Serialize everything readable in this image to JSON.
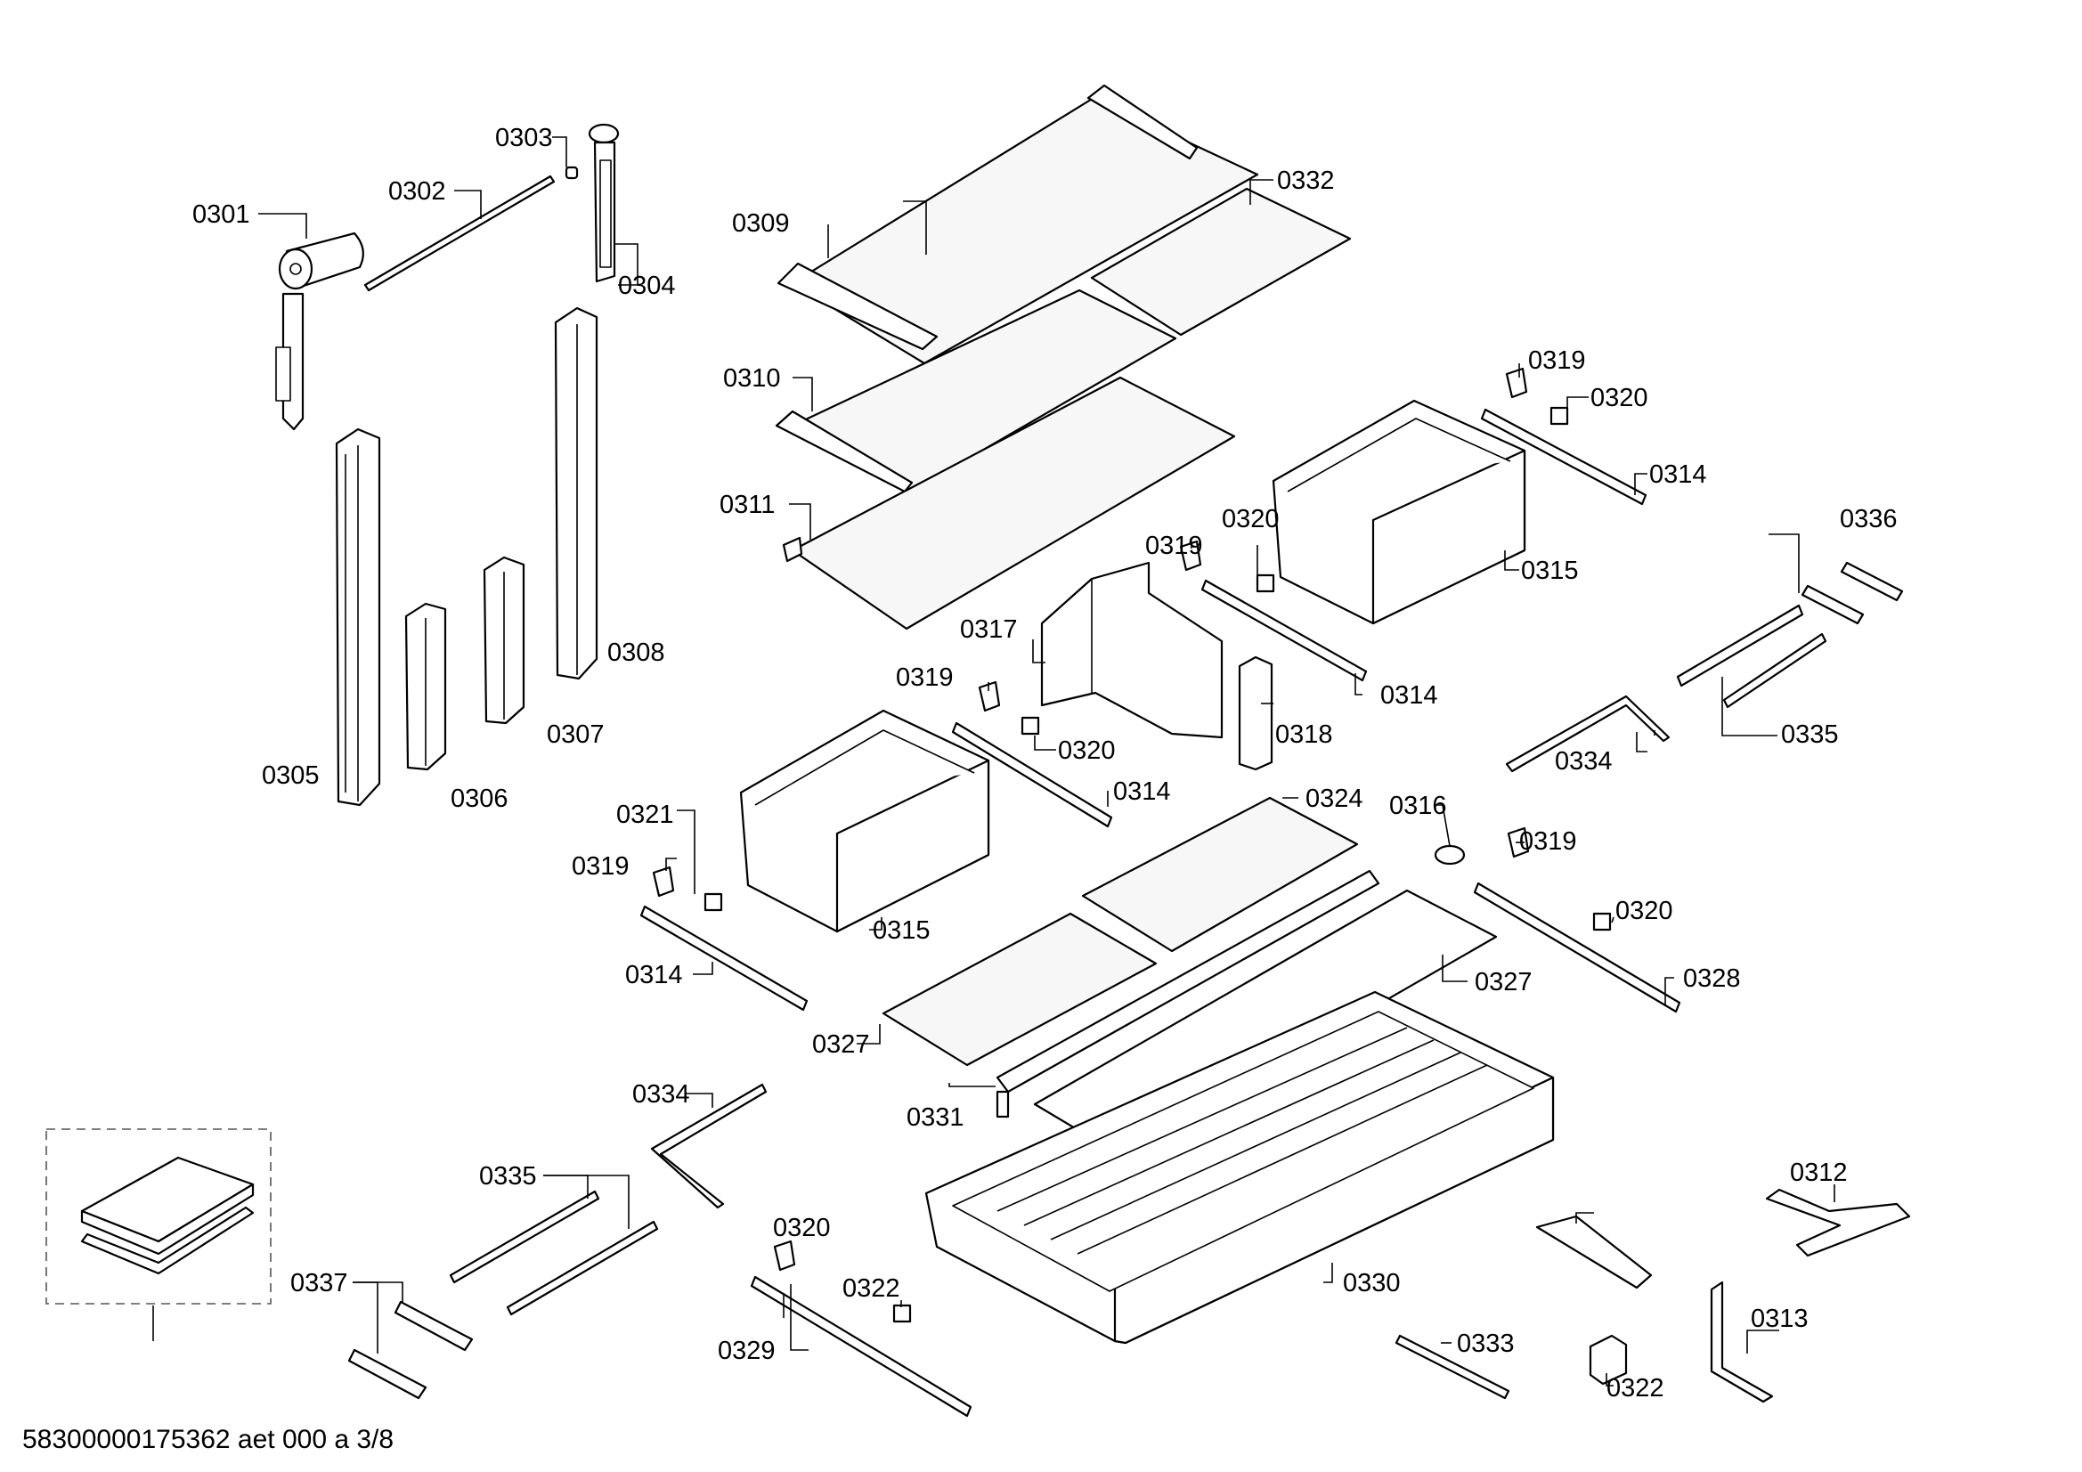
{
  "diagram": {
    "footer": "58300000175362 aet 000 a 3/8",
    "part_labels": [
      "0301",
      "0302",
      "0303",
      "0304",
      "0305",
      "0306",
      "0307",
      "0308",
      "0309",
      "0310",
      "0311",
      "0312",
      "0313",
      "0314",
      "0314",
      "0314",
      "0314",
      "0315",
      "0315",
      "0316",
      "0317",
      "0318",
      "0319",
      "0319",
      "0319",
      "0319",
      "0319",
      "0320",
      "0320",
      "0320",
      "0320",
      "0320",
      "0321",
      "0322",
      "0322",
      "0324",
      "0327",
      "0327",
      "0328",
      "0329",
      "0330",
      "0331",
      "0332",
      "0333",
      "0334",
      "0334",
      "0335",
      "0335",
      "0336",
      "0337"
    ]
  }
}
